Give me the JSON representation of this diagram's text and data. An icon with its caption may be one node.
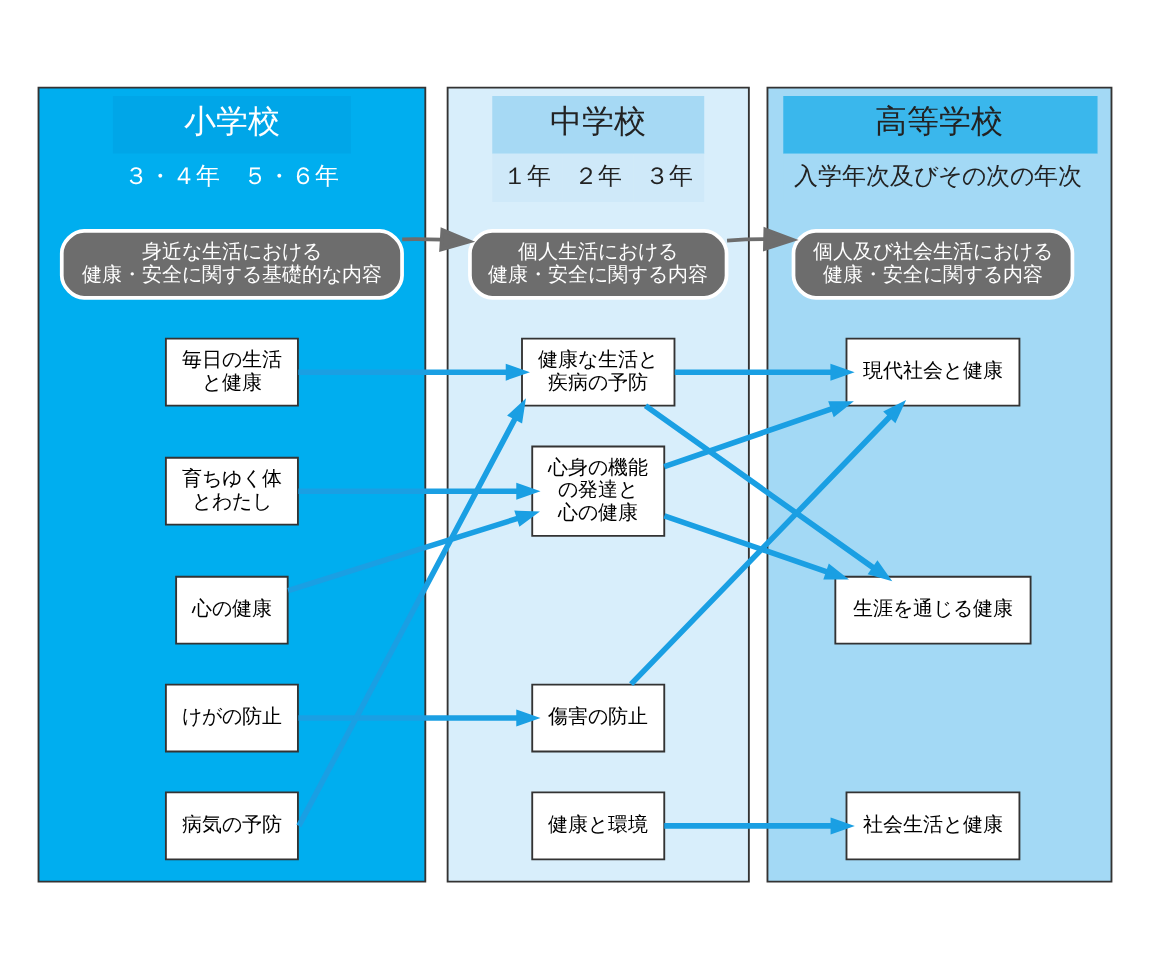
{
  "diagram": {
    "nodes": [
      {
        "text": [
          "小学校",
          "３・４年",
          "５・６年"
        ]
      },
      {
        "text": [
          "身近な生活における健康・安全に関する基礎的な内容"
        ],
        "in": 0
      },
      {
        "text": [
          "毎日の生活と健康"
        ],
        "in": 0
      },
      {
        "text": [
          "育ちゆく体とわたし"
        ],
        "in": 0
      },
      {
        "text": [
          "心の健康"
        ],
        "in": 0
      },
      {
        "text": [
          "けがの防止"
        ],
        "in": 0
      },
      {
        "text": [
          "病気の予防"
        ],
        "in": 0
      },
      {
        "text": [
          "中学校",
          "１年",
          "２年",
          "３年"
        ]
      },
      {
        "text": [
          "個人生活における健康・安全に関する内容"
        ],
        "in": 7
      },
      {
        "text": [
          "健康な生活と疾病の予防"
        ],
        "in": 7
      },
      {
        "text": [
          "心身の機能の発達と心の健康"
        ],
        "in": 7
      },
      {
        "text": [
          "傷害の防止"
        ],
        "in": 7
      },
      {
        "text": [
          "健康と環境"
        ],
        "in": 7
      },
      {
        "text": [
          "高等学校",
          "入学年次及びその次の年次"
        ]
      },
      {
        "text": [
          "個人及び社会生活における健康・安全に関する内容"
        ],
        "in": 13
      },
      {
        "text": [
          "現代社会と健康"
        ],
        "in": 13
      },
      {
        "text": [
          "生涯を通じる健康"
        ],
        "in": 13
      },
      {
        "text": [
          "社会生活と健康"
        ],
        "in": 13
      }
    ],
    "edges": [
      {
        "from": 1,
        "to": 8,
        "arrow": "to",
        "color": "#6d6d6d"
      },
      {
        "from": 8,
        "to": 14,
        "arrow": "to",
        "color": "#6d6d6d"
      },
      {
        "from": 2,
        "to": 9,
        "arrow": "to"
      },
      {
        "from": 3,
        "to": 10,
        "arrow": "to"
      },
      {
        "from": 4,
        "to": 10,
        "arrow": "to"
      },
      {
        "from": 5,
        "to": 11,
        "arrow": "to"
      },
      {
        "from": 6,
        "to": 9,
        "arrow": "to"
      },
      {
        "from": 9,
        "to": 15,
        "arrow": "to"
      },
      {
        "from": 9,
        "to": 16,
        "arrow": "to"
      },
      {
        "from": 10,
        "to": 15,
        "arrow": "to"
      },
      {
        "from": 10,
        "to": 16,
        "arrow": "to"
      },
      {
        "from": 11,
        "to": 15,
        "arrow": "to"
      },
      {
        "from": 12,
        "to": 17,
        "arrow": "to"
      }
    ]
  }
}
